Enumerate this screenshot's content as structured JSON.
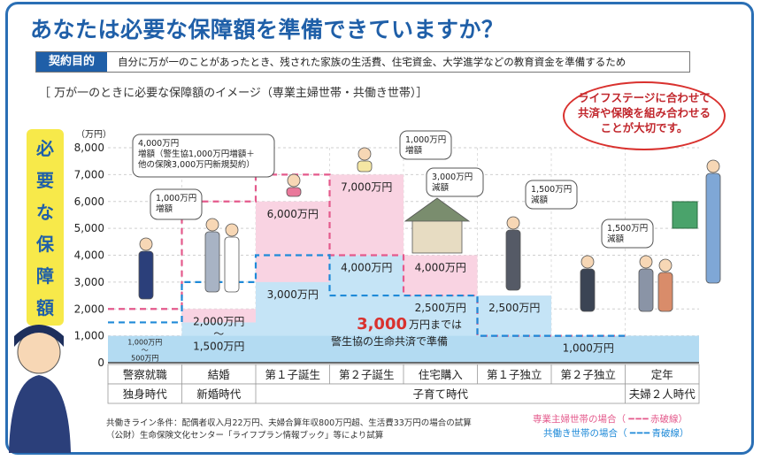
{
  "title": "あなたは必要な保障額を準備できていますか？",
  "purpose": {
    "tag": "契約目的",
    "text": "自分に万が一のことがあったとき、残された家族の生活費、住宅資金、大学進学などの教育資金を準備するため"
  },
  "subtitle": "［ 万が一のときに必要な保障額のイメージ（専業主婦世帯・共働き世帯）］",
  "side_label": [
    "必",
    "要",
    "な",
    "保",
    "障",
    "額"
  ],
  "callout": "ライフステージに合わせて共済や保険を組み合わせることが大切です。",
  "center_note": {
    "amount": "3,000",
    "amount_suffix": "万円までは",
    "line2": "警生協の生命共済で準備"
  },
  "footnotes": [
    "共働きライン条件：配偶者収入月22万円、夫婦合算年収800万円超、生活費33万円の場合の試算",
    "（公財）生命保険文化センター「ライフプラン情報ブック」等により試算"
  ],
  "legend": [
    {
      "label": "専業主婦世帯の場合（",
      "sample": "赤破線）",
      "color": "#e45a8c"
    },
    {
      "label": "共働き世帯の場合（",
      "sample": "青破線）",
      "color": "#1f8ad8"
    }
  ],
  "colors": {
    "pink": "#f9d3e2",
    "blue": "#c5e4f6",
    "accent": "#1f5fa8",
    "red": "#c1272d"
  },
  "chart_data": {
    "type": "area",
    "yunit": "（万円）",
    "ylim": [
      0,
      8000
    ],
    "yticks": [
      "0",
      "1,000",
      "2,000",
      "3,000",
      "4,000",
      "5,000",
      "6,000",
      "7,000",
      "8,000"
    ],
    "categories": [
      "警察就職",
      "結婚",
      "第１子誕生",
      "第２子誕生",
      "住宅購入",
      "第１子独立",
      "第２子独立",
      "定年"
    ],
    "periods": [
      {
        "label": "独身時代",
        "span": [
          0,
          0
        ]
      },
      {
        "label": "新婚時代",
        "span": [
          1,
          1
        ]
      },
      {
        "label": "子育て時代",
        "span": [
          2,
          6
        ]
      },
      {
        "label": "夫婦２人時代",
        "span": [
          7,
          7
        ]
      }
    ],
    "series": [
      {
        "values": [
          1000,
          2000,
          6000,
          7000,
          4000,
          2500,
          1000,
          1000
        ]
      },
      {
        "values": [
          500,
          1500,
          3000,
          4000,
          2500,
          2500,
          1000,
          1000
        ]
      }
    ],
    "cover_level": 1000,
    "value_labels": [
      "",
      "2,000万円",
      "6,000万円",
      "7,000万円",
      "4,000万円",
      "2,500万円",
      "1,000万円",
      ""
    ],
    "sub_labels": [
      "",
      "〜",
      "3,000万円",
      "4,000万円",
      "2,500万円",
      "",
      "",
      ""
    ],
    "sub_labels2": [
      "",
      "1,500万円",
      "",
      "",
      "",
      "",
      "",
      ""
    ],
    "col0_labels": [
      "1,000万円",
      "〜",
      "500万円"
    ],
    "bubbles": [
      {
        "col": 1,
        "lines": [
          "4,000万円",
          "増額（警生協1,000万円増額＋",
          "他の保険3,000万円新規契約）"
        ]
      },
      {
        "col": 1,
        "lines": [
          "1,000万円",
          "増額"
        ]
      },
      {
        "col": 3,
        "lines": [
          "1,000万円",
          "増額"
        ]
      },
      {
        "col": 4,
        "lines": [
          "3,000万円",
          "減額"
        ]
      },
      {
        "col": 5,
        "lines": [
          "1,500万円",
          "減額"
        ]
      },
      {
        "col": 6,
        "lines": [
          "1,500万円",
          "減額"
        ]
      }
    ]
  }
}
